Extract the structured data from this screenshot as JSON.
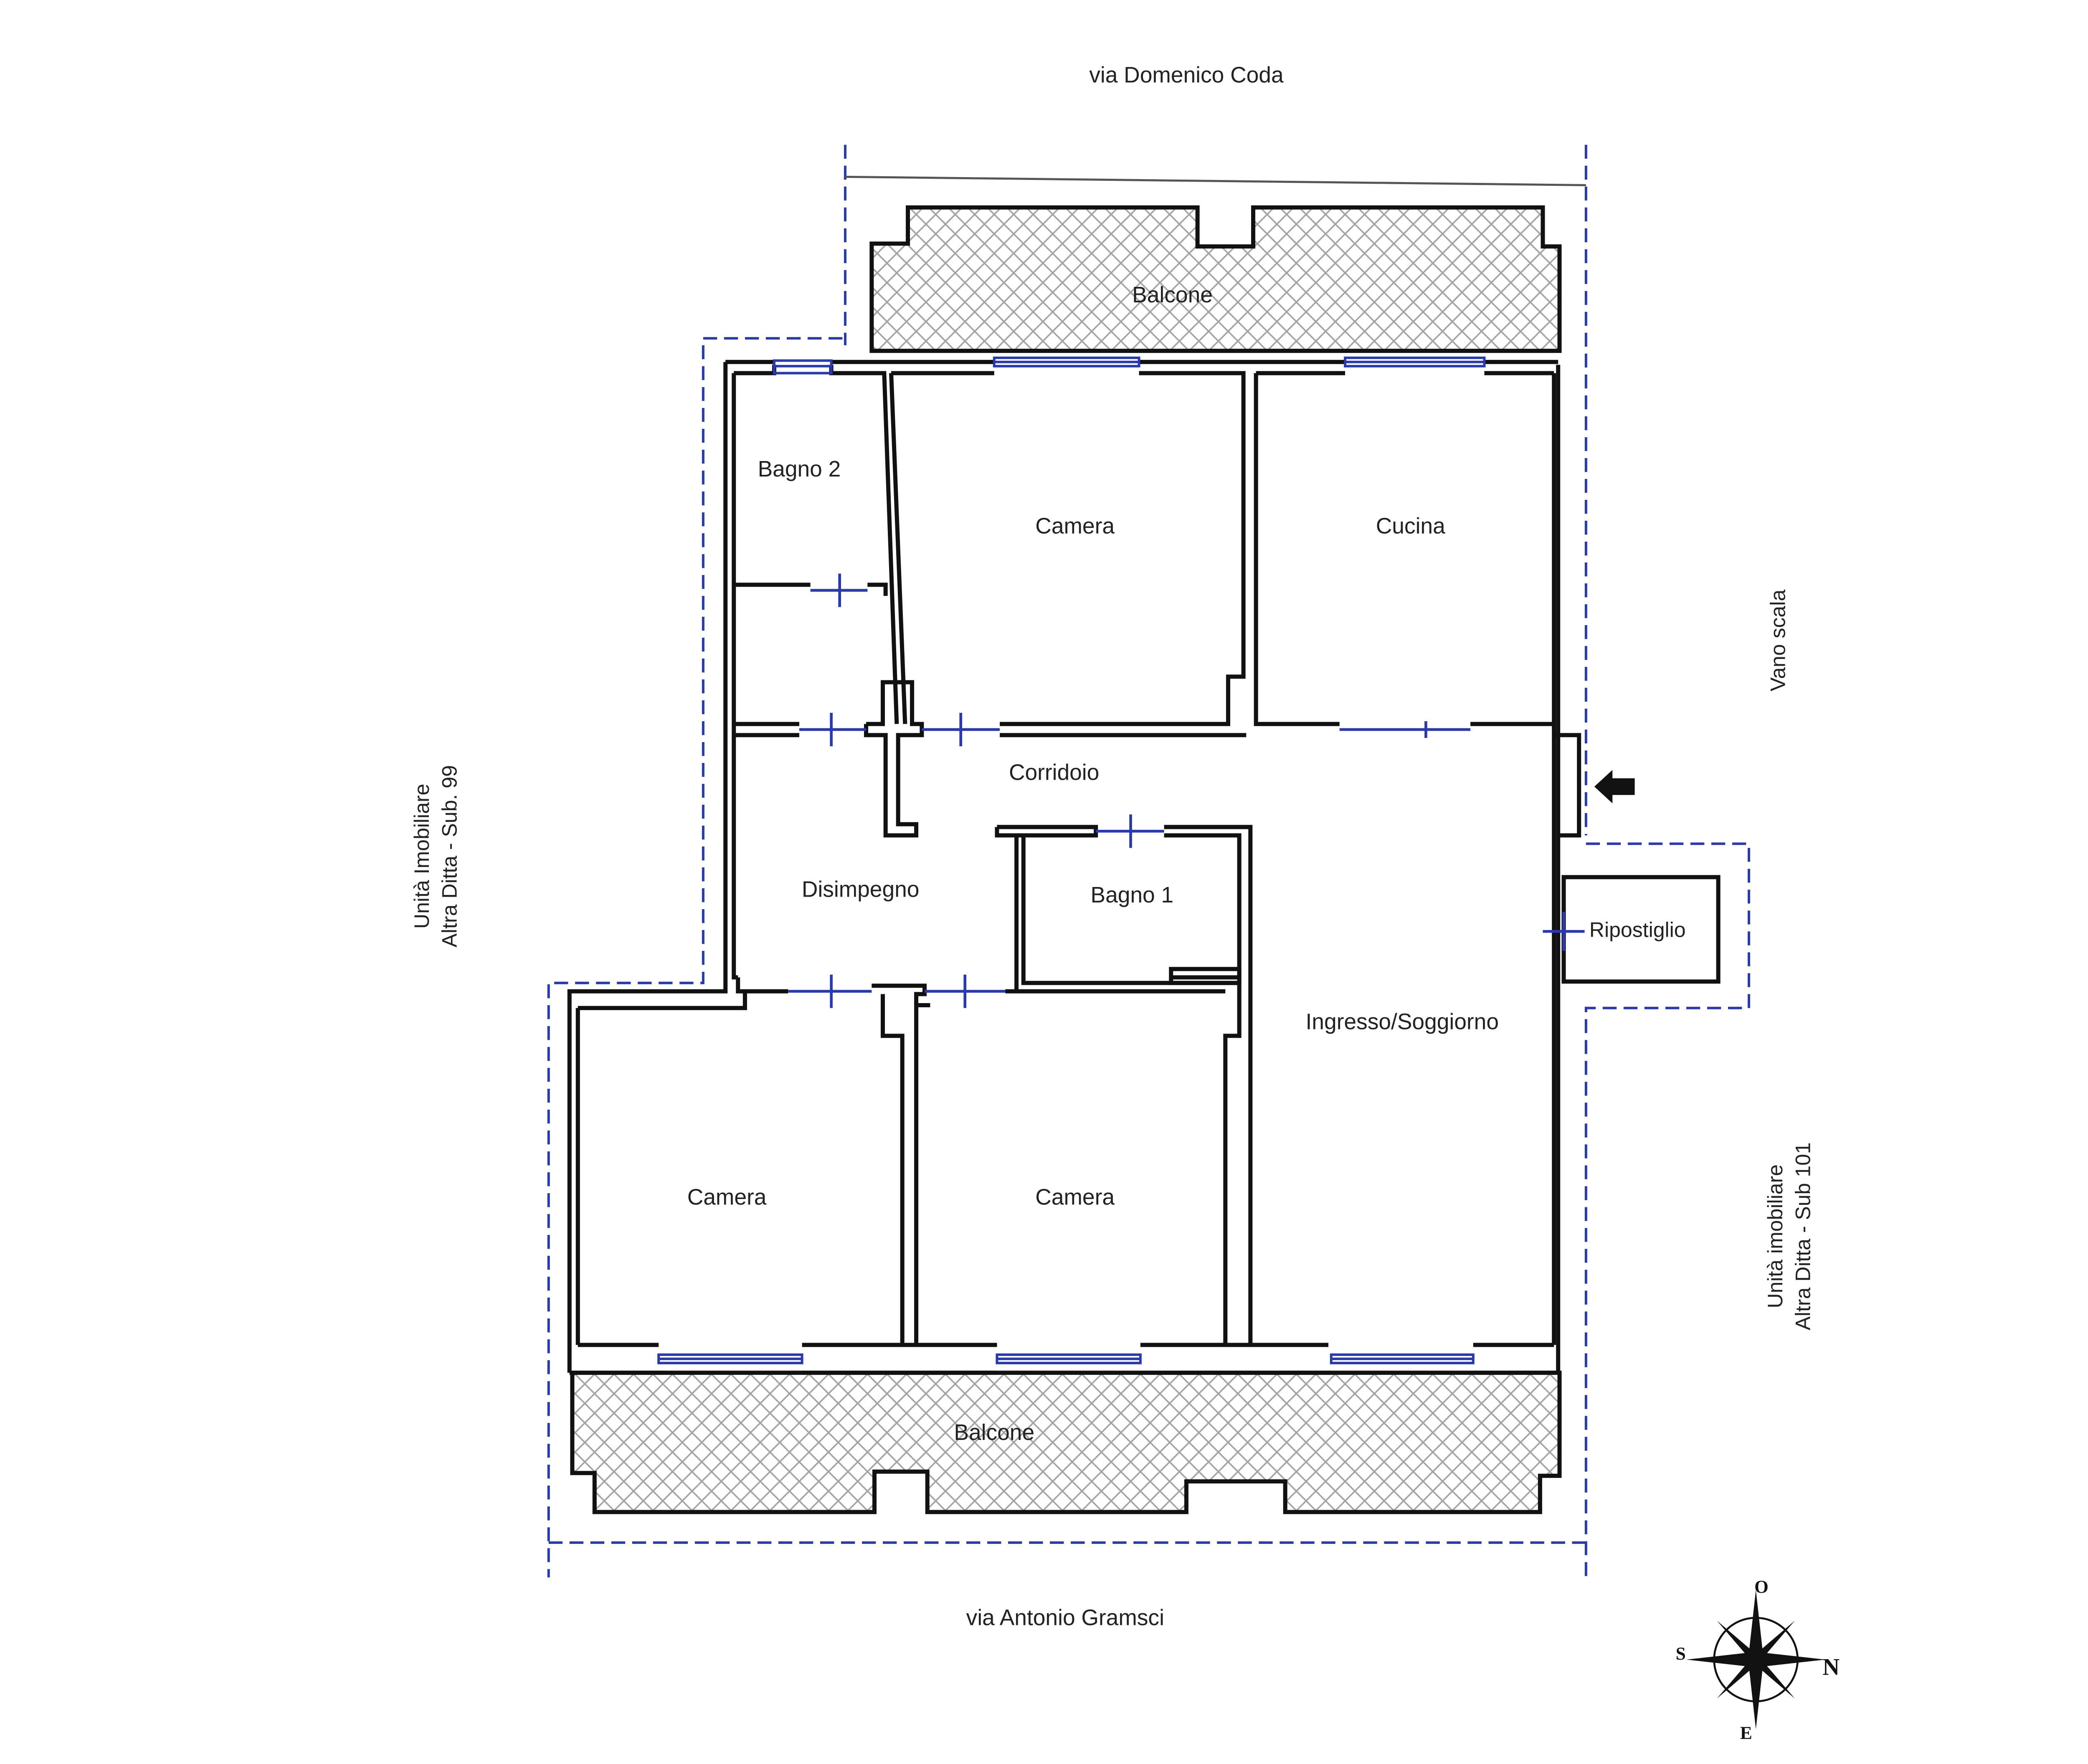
{
  "streets": {
    "top": "via Domenico Coda",
    "bottom": "via Antonio Gramsci"
  },
  "rooms": {
    "balcone_top": "Balcone",
    "bagno_2": "Bagno 2",
    "camera_top": "Camera",
    "cucina": "Cucina",
    "corridoio": "Corridoio",
    "disimpegno": "Disimpegno",
    "bagno_1": "Bagno 1",
    "ripostiglio": "Ripostiglio",
    "ingresso_soggiorno": "Ingresso/Soggiorno",
    "camera_bottom_left": "Camera",
    "camera_bottom_middle": "Camera",
    "balcone_bottom": "Balcone"
  },
  "adjacent": {
    "stairwell": "Vano scala",
    "left_line1": "Unità Imobiliare",
    "left_line2": "Altra Ditta - Sub. 99",
    "right_line1": "Unità imobiliare",
    "right_line2": "Altra Ditta - Sub 101"
  },
  "compass": {
    "top": "O",
    "right": "N",
    "bottom": "E",
    "left": "S"
  },
  "colors": {
    "walls": "#111111",
    "boundary": "#2a3aa8",
    "hatch": "#9a9a9a"
  }
}
